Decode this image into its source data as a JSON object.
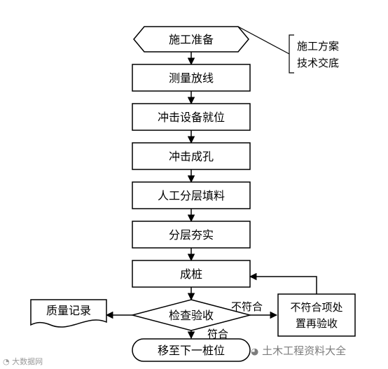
{
  "diagram": {
    "start": "施工准备",
    "annotation": [
      "施工方案",
      "技术交底"
    ],
    "steps": [
      "测量放线",
      "冲击设备就位",
      "冲击成孔",
      "人工分层填料",
      "分层夯实",
      "成桩"
    ],
    "decision": "检查验收",
    "fail_label": "不符合",
    "pass_label": "符合",
    "record": "质量记录",
    "rework": [
      "不符合项处",
      "置再验收"
    ],
    "end": "移至下一桩位"
  },
  "watermarks": {
    "left": "大数据网",
    "right": "土木工程资料大全",
    "right_icon": "wechat-icon"
  },
  "colors": {
    "stroke": "#000000",
    "background": "#ffffff"
  }
}
